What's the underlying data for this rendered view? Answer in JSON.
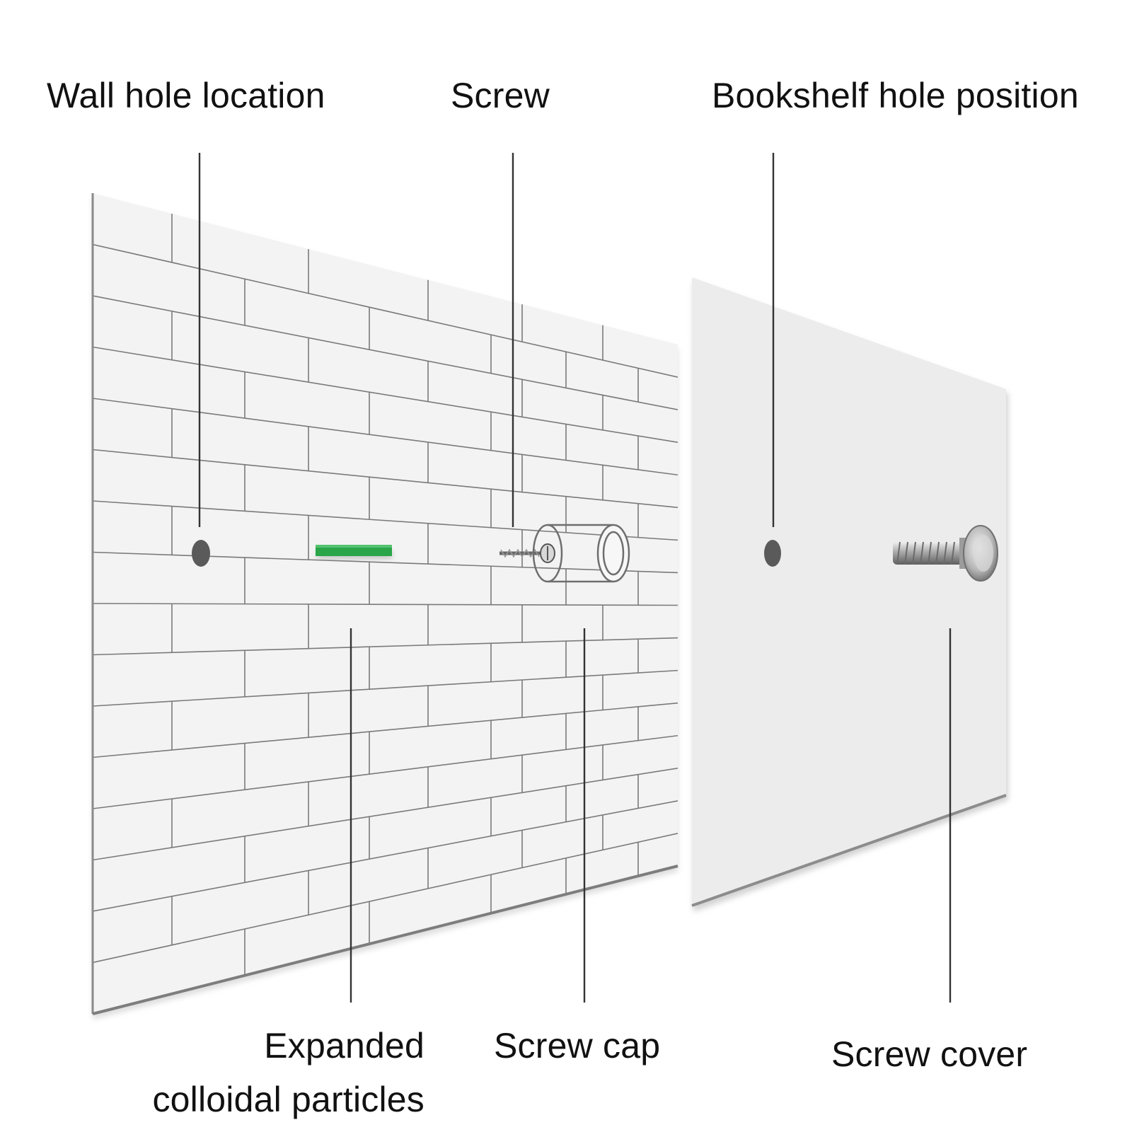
{
  "labels": {
    "wall_hole": "Wall hole location",
    "screw": "Screw",
    "bookshelf_hole": "Bookshelf hole position",
    "expanded_line1": "Expanded",
    "expanded_line2": "colloidal particles",
    "screw_cap": "Screw cap",
    "screw_cover": "Screw cover"
  },
  "colors": {
    "anchor_green": "#2aa54a",
    "hole_dark": "#5a5a5a",
    "wall_face": "#f3f3f3",
    "panel_face": "#ececec",
    "mortar_line": "#7a7a7a"
  }
}
